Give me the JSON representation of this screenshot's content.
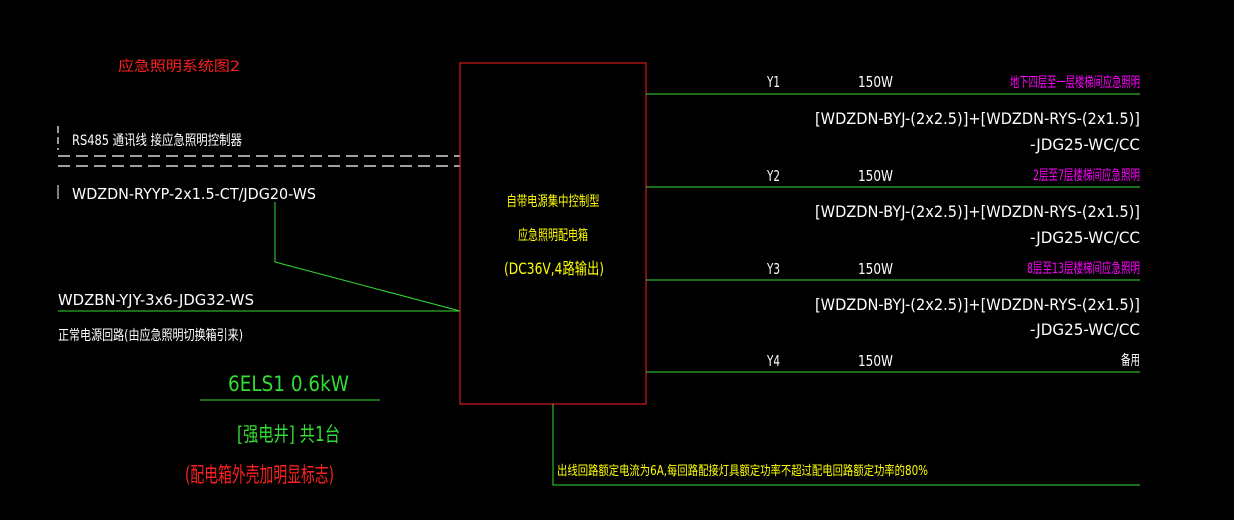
{
  "title": "应急照明系统图2",
  "colors": {
    "background": "#000000",
    "white": "#ffffff",
    "green": "#33dd33",
    "yellow": "#ffff00",
    "magenta": "#ff00ff",
    "red": "#ff2020"
  },
  "left": {
    "rs485_label": "RS485 通讯线   接应急照明控制器",
    "control_cable": "WDZDN-RYYP-2x1.5-CT/JDG20-WS",
    "power_cable": "WDZBN-YJY-3x6-JDG32-WS",
    "power_source_note": "正常电源回路(由应急照明切换箱引来)"
  },
  "panel": {
    "id_rating": "6ELS1 0.6kW",
    "location": "[强电井] 共1台",
    "marking_note": "(配电箱外壳加明显标志)",
    "box_line1": "自带电源集中控制型",
    "box_line2": "应急照明配电箱",
    "box_line3": "(DC36V,4路输出)"
  },
  "circuits": [
    {
      "id": "Y1",
      "power": "150W",
      "description": "地下四层至一层楼梯间应急照明",
      "cable": "[WDZDN-BYJ-(2x2.5)]+[WDZDN-RYS-(2x1.5)]",
      "conduit": "-JDG25-WC/CC"
    },
    {
      "id": "Y2",
      "power": "150W",
      "description": "2层至7层楼梯间应急照明",
      "cable": "[WDZDN-BYJ-(2x2.5)]+[WDZDN-RYS-(2x1.5)]",
      "conduit": "-JDG25-WC/CC"
    },
    {
      "id": "Y3",
      "power": "150W",
      "description": "8层至13层楼梯间应急照明",
      "cable": "[WDZDN-BYJ-(2x2.5)]+[WDZDN-RYS-(2x1.5)]",
      "conduit": "-JDG25-WC/CC"
    },
    {
      "id": "Y4",
      "power": "150W",
      "description": "备用"
    }
  ],
  "note": "出线回路额定电流为6A,每回路配接灯具额定功率不超过配电回路额定功率的80%"
}
